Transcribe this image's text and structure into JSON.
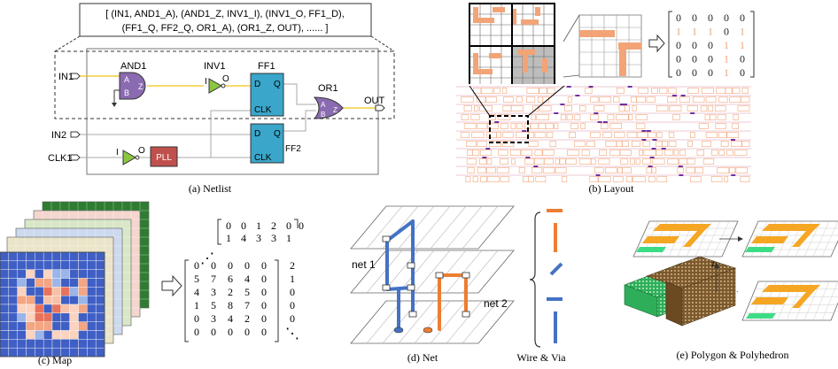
{
  "netlist": {
    "code_line1": "[ (IN1, AND1_A),  (AND1_Z, INV1_I),  (INV1_O, FF1_D),",
    "code_line2": "(FF1_Q, FF2_Q, OR1_A),  (OR1_Z, OUT), ...... ]",
    "inputs": [
      "IN1",
      "IN2",
      "CLK1"
    ],
    "output": "OUT",
    "and_label": "AND1",
    "and_pins": [
      "A",
      "B",
      "Z"
    ],
    "inv_label": "INV1",
    "inv_pins": [
      "I",
      "O"
    ],
    "ff1_label": "FF1",
    "ff2_label": "FF2",
    "ff_pins": [
      "D",
      "Q",
      "CLK"
    ],
    "or_label": "OR1",
    "or_pins": [
      "A",
      "B",
      "Z"
    ],
    "pll_label": "PLL",
    "clk_inv_pins": [
      "I",
      "O"
    ],
    "caption": "(a) Netlist"
  },
  "layout": {
    "caption": "(b) Layout",
    "matrix": [
      [
        "0",
        "0",
        "0",
        "0",
        "0"
      ],
      [
        "1",
        "1",
        "1",
        "0",
        "1"
      ],
      [
        "0",
        "0",
        "0",
        "1",
        "1"
      ],
      [
        "0",
        "0",
        "0",
        "1",
        "0"
      ],
      [
        "0",
        "0",
        "0",
        "1",
        "0"
      ]
    ],
    "matrix_highlight": [
      [
        1,
        0
      ],
      [
        1,
        1
      ],
      [
        1,
        2
      ],
      [
        1,
        4
      ],
      [
        2,
        3
      ],
      [
        2,
        4
      ],
      [
        3,
        3
      ],
      [
        4,
        3
      ]
    ]
  },
  "map": {
    "caption": "(c) Map",
    "back_matrix": [
      [
        "0",
        "0",
        "1",
        "2",
        "0"
      ],
      [
        "1",
        "4",
        "3",
        "3",
        "1"
      ]
    ],
    "side_col": [
      "2",
      "1",
      "0",
      "0",
      "0"
    ],
    "front_matrix": [
      [
        "0",
        "0",
        "0",
        "0",
        "0"
      ],
      [
        "5",
        "7",
        "6",
        "4",
        "0"
      ],
      [
        "4",
        "3",
        "2",
        "5",
        "0"
      ],
      [
        "1",
        "5",
        "8",
        "7",
        "0"
      ],
      [
        "0",
        "3",
        "4",
        "2",
        "0"
      ],
      [
        "0",
        "0",
        "0",
        "0",
        "0"
      ]
    ],
    "ellipsis_dots": "⋰",
    "ellipsis_dots_br": "⋱"
  },
  "net": {
    "caption": "(d) Net",
    "label1": "net 1",
    "label2": "net 2",
    "wire_caption": "Wire & Via"
  },
  "poly": {
    "caption": "(e) Polygon & Polyhedron",
    "axis": "z"
  },
  "colors": {
    "orange": "#f2a477",
    "purple": "#8a6bb1",
    "teal": "#3aa6c9",
    "green_gate": "#8cc63f",
    "pll_red": "#c0504d",
    "blue_net": "#4472c4",
    "orange_net": "#ed7d31",
    "gold": "#f5a623",
    "mint": "#3ddc84",
    "layout_line": "#e6b8c8",
    "layout_purple": "#7030a0"
  }
}
